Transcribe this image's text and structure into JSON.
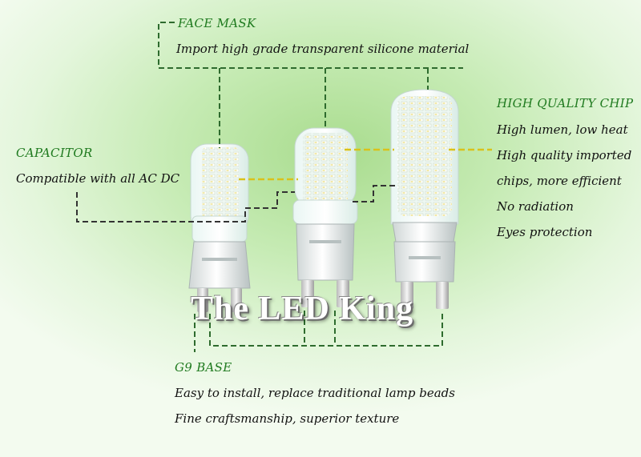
{
  "face_mask": {
    "title": "FACE MASK",
    "desc": "Import high grade transparent silicone material"
  },
  "capacitor": {
    "title": "CAPACITOR",
    "desc": "Compatible with all AC DC"
  },
  "chip": {
    "title": "HIGH QUALITY CHIP",
    "lines": [
      "High lumen, low heat",
      "High quality imported",
      "chips, more efficient",
      "No radiation",
      "Eyes protection"
    ]
  },
  "base": {
    "title": "G9 BASE",
    "lines": [
      "Easy to install, replace traditional lamp beads",
      "Fine craftsmanship, superior texture"
    ]
  },
  "watermark": "The LED King",
  "colors": {
    "heading": "#1f7a1f",
    "dashes_green": "#2e6b2e",
    "dashes_yellow": "#d9c21a",
    "dashes_dark": "#333333"
  }
}
